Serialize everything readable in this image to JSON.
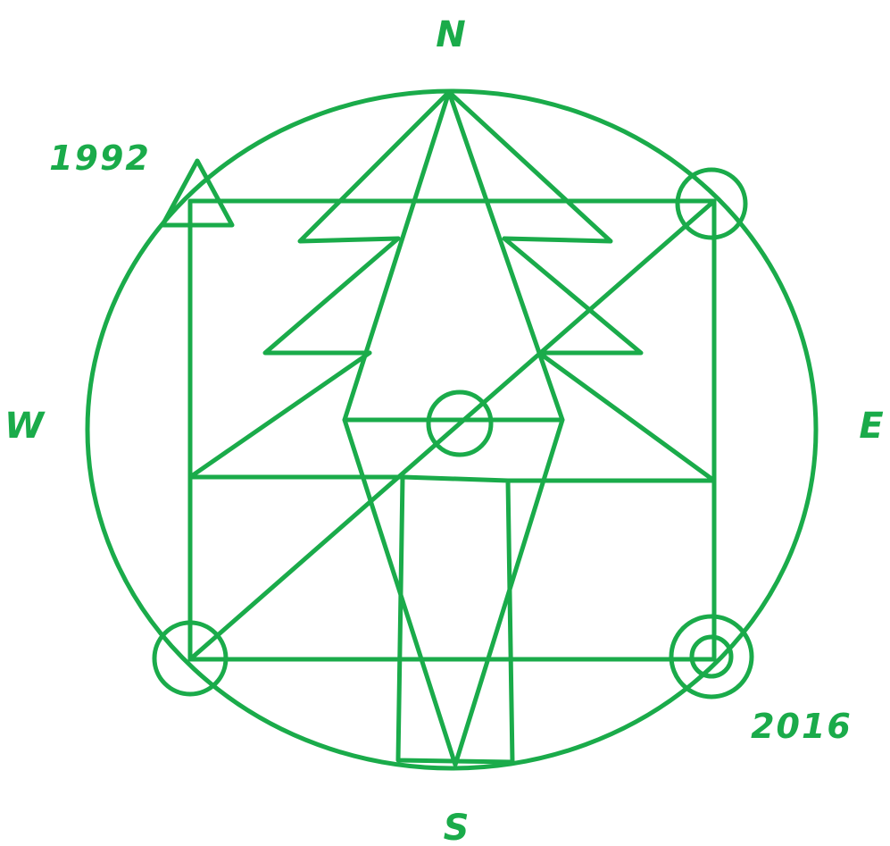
{
  "colors": {
    "line": "#1aab4a",
    "background": "#ffffff"
  },
  "compass": {
    "north": "N",
    "south": "S",
    "east": "E",
    "west": "W"
  },
  "years": {
    "start": "1992",
    "end": "2016"
  }
}
